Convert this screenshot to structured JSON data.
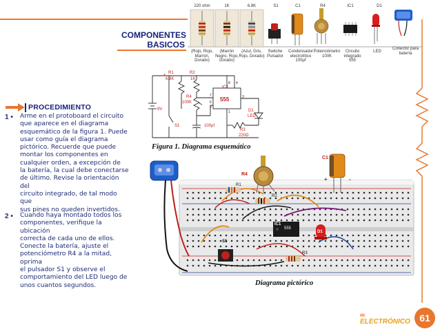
{
  "components": {
    "title_line1": "COMPONENTES",
    "title_line2": "BASICOS",
    "top_labels": [
      "220 ohm",
      "1K",
      "6.8K",
      "S1",
      "C1",
      "R4",
      "IC1",
      "D1"
    ],
    "items": [
      {
        "label": "(Rojo, Rojo, Marrón, Dorado)"
      },
      {
        "label": "(Marrón Negro, Rojo, Dorado)"
      },
      {
        "label": "(Azul, Gris, Rojo, Dorado)"
      },
      {
        "label": "Switche Pulsador"
      },
      {
        "label": "Condensador electrolítico 100µf"
      },
      {
        "label": "Potenciómetro 100K"
      },
      {
        "label": "Circuito integrado 555"
      },
      {
        "label": "LED"
      },
      {
        "label": "Conector para batería"
      }
    ],
    "colors": {
      "accent": "#e8772e",
      "heading": "#16227a",
      "text": "#1d2c75"
    }
  },
  "schematic": {
    "labels": {
      "r1": "R1",
      "r1v": "6.8K",
      "r2": "R2",
      "r2v": "1K",
      "r4": "R4",
      "r4v": "100K",
      "ic1": "IC1",
      "ic_num": "555",
      "d1": "D1",
      "d1v": "LED",
      "r3": "R3",
      "r3v": "220Ω",
      "c1": "100µf",
      "s1": "S1",
      "batt": "9V",
      "pin8": "8",
      "pin4": "4",
      "pin7": "7",
      "pin6": "6",
      "pin2": "2",
      "pin3": "3",
      "pin1": "1"
    },
    "caption": "Figura 1. Diagrama esquemático"
  },
  "procedure": {
    "title": "PROCEDIMIENTO",
    "steps": [
      {
        "bullet": "1 •",
        "lines": [
          "Arme en el protoboard el circuito",
          "que aparece en el diagrama",
          "esquemático de la figura 1. Puede",
          "usar como guía el diagrama",
          "pictórico. Recuerde que puede",
          "montar los componentes en",
          "cualquier orden, a excepción de",
          "la batería, la cual debe conectarse",
          "de último. Revise la orientación del",
          "circuito integrado, de tal modo que",
          "sus pines no queden invertidos."
        ]
      },
      {
        "bullet": "2 •",
        "lines": [
          "Cuando haya montado todos los",
          "componentes, verifique la ubicación",
          "correcta de cada uno de ellos.",
          "Conecte la batería, ajuste el",
          "potenciómetro R4 a la mitad, oprima",
          "el pulsador S1 y observe el",
          "comportamiento del LED luego de",
          "unos cuantos segundos."
        ]
      }
    ]
  },
  "pictorial": {
    "labels": {
      "r4": "R4",
      "c1": "C1",
      "r1": "R1",
      "r2": "R2",
      "r3": "R3",
      "ic1": "IC1",
      "ic_num": "555",
      "d1": "D1",
      "s1": "S1",
      "plus": "+",
      "minus": "-"
    },
    "caption": "Diagrama pictórico"
  },
  "footer": {
    "logo_prefix": "Mr.",
    "logo": "ELECTRÓNICO",
    "page_number": "61"
  }
}
